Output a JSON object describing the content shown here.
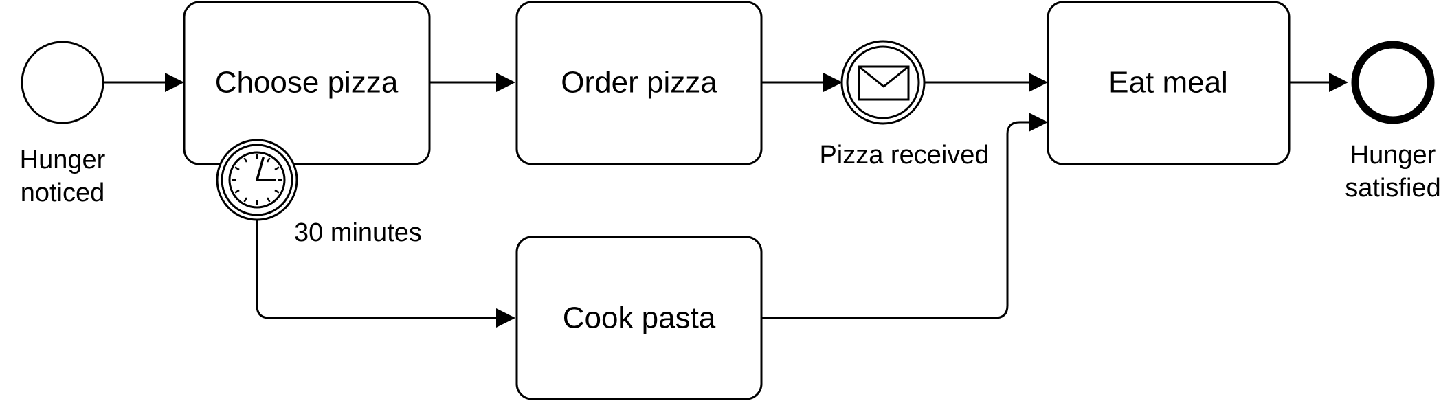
{
  "diagram": {
    "type": "bpmn-process",
    "start_event": {
      "label_line1": "Hunger",
      "label_line2": "noticed"
    },
    "tasks": {
      "choose_pizza": "Choose pizza",
      "order_pizza": "Order pizza",
      "cook_pasta": "Cook pasta",
      "eat_meal": "Eat meal"
    },
    "timer_event": {
      "label": "30 minutes",
      "icon": "clock-icon"
    },
    "message_event": {
      "label": "Pizza received",
      "icon": "envelope-icon"
    },
    "end_event": {
      "label_line1": "Hunger",
      "label_line2": "satisfied"
    },
    "stroke_color": "#000000",
    "fill_color": "#ffffff"
  }
}
